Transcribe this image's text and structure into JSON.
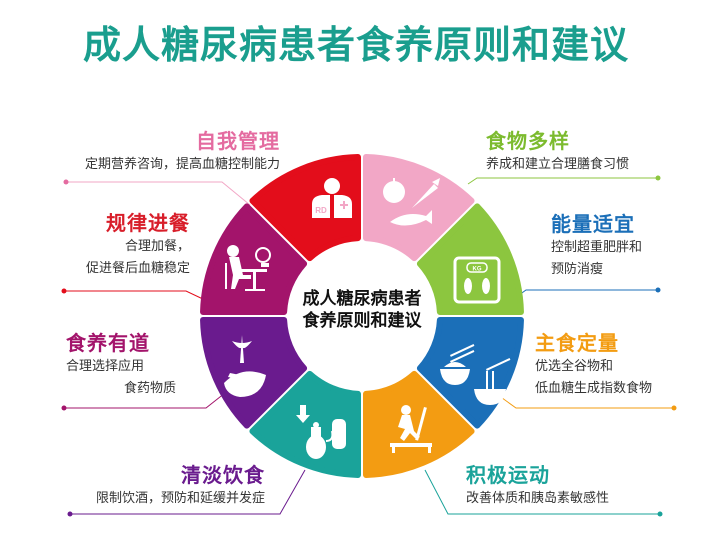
{
  "title": "成人糖尿病患者食养原则和建议",
  "title_color": "#1a9e8e",
  "center": {
    "line1": "成人糖尿病患者",
    "line2": "食养原则和建议"
  },
  "segments": [
    {
      "name": "self-management",
      "heading": "自我管理",
      "desc1": "定期营养咨询，提高血糖控制能力",
      "desc2": "",
      "color": "#f2a7c6",
      "icon": "dietitian-icon",
      "icon_text": "RD"
    },
    {
      "name": "diverse-food",
      "heading": "食物多样",
      "desc1": "养成和建立合理膳食习惯",
      "desc2": "",
      "color": "#8cc63f",
      "icon": "fruit-vegetable-fish-icon"
    },
    {
      "name": "appropriate-energy",
      "heading": "能量适宜",
      "desc1": "控制超重肥胖和",
      "desc2": "预防消瘦",
      "color": "#1b6fb8",
      "icon": "weight-scale-icon",
      "icon_text": "KG"
    },
    {
      "name": "staple-food",
      "heading": "主食定量",
      "desc1": "优选全谷物和",
      "desc2": "低血糖生成指数食物",
      "color": "#f39c12",
      "icon": "rice-noodle-bowl-icon"
    },
    {
      "name": "active-exercise",
      "heading": "积极运动",
      "desc1": "改善体质和胰岛素敏感性",
      "desc2": "",
      "color": "#1aa39a",
      "icon": "treadmill-runner-icon"
    },
    {
      "name": "light-diet",
      "heading": "清淡饮食",
      "desc1": "限制饮酒，预防和延缓并发症",
      "desc2": "",
      "color": "#6a1b8e",
      "icon": "teapot-salt-shaker-icon"
    },
    {
      "name": "food-medicine",
      "heading": "食养有道",
      "desc1": "合理选择应用",
      "desc2": "食药物质",
      "color": "#a3146b",
      "icon": "herb-mortar-icon"
    },
    {
      "name": "regular-meals",
      "heading": "规律进餐",
      "desc1": "合理加餐，",
      "desc2": "促进餐后血糖稳定",
      "color": "#e30d1b",
      "icon": "dining-clock-icon"
    }
  ]
}
